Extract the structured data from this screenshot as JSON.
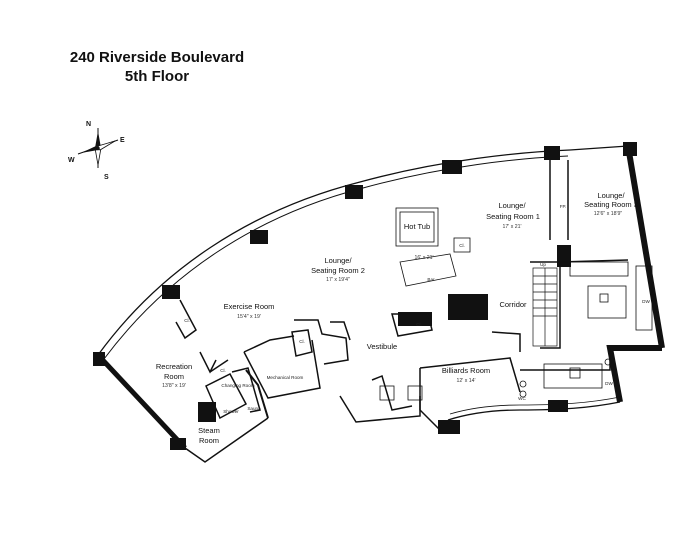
{
  "title": {
    "line1": "240 Riverside Boulevard",
    "line2": "5th Floor"
  },
  "compass": {
    "n": "N",
    "s": "S",
    "e": "E",
    "w": "W"
  },
  "rooms": [
    {
      "name_lines": [
        "Lounge/",
        "Seating Room 3"
      ],
      "dim": "12'6\" x 18'9\""
    },
    {
      "name_lines": [
        "Lounge/",
        "Seating Room 1"
      ],
      "dim": "17' x 21'"
    },
    {
      "name_lines": [
        "Lounge/",
        "Seating Room 2"
      ],
      "dim": "17' x 19'4\""
    },
    {
      "name_lines": [
        "Exercise Room"
      ],
      "dim": "15'4\" x 19'"
    },
    {
      "name_lines": [
        "Recreation",
        "Room"
      ],
      "dim": "13'8\" x 19'"
    },
    {
      "name_lines": [
        "Billiards Room"
      ],
      "dim": "12' x 14'"
    },
    {
      "name_lines": [
        "Steam",
        "Room"
      ],
      "dim": ""
    }
  ],
  "labels": {
    "hot_tub": "Hot Tub",
    "hot_tub_dim": "16' x 21'",
    "bar": "Bar",
    "corridor": "Corridor",
    "vestibule": "Vestibule",
    "mechanical": "Mechanical Room",
    "sauna": "Sauna",
    "shower": "Shower",
    "changing": "Changing Room",
    "up": "Up",
    "fp": "FP.",
    "cl": "Cl.",
    "dw": "DW",
    "wc": "WC"
  }
}
